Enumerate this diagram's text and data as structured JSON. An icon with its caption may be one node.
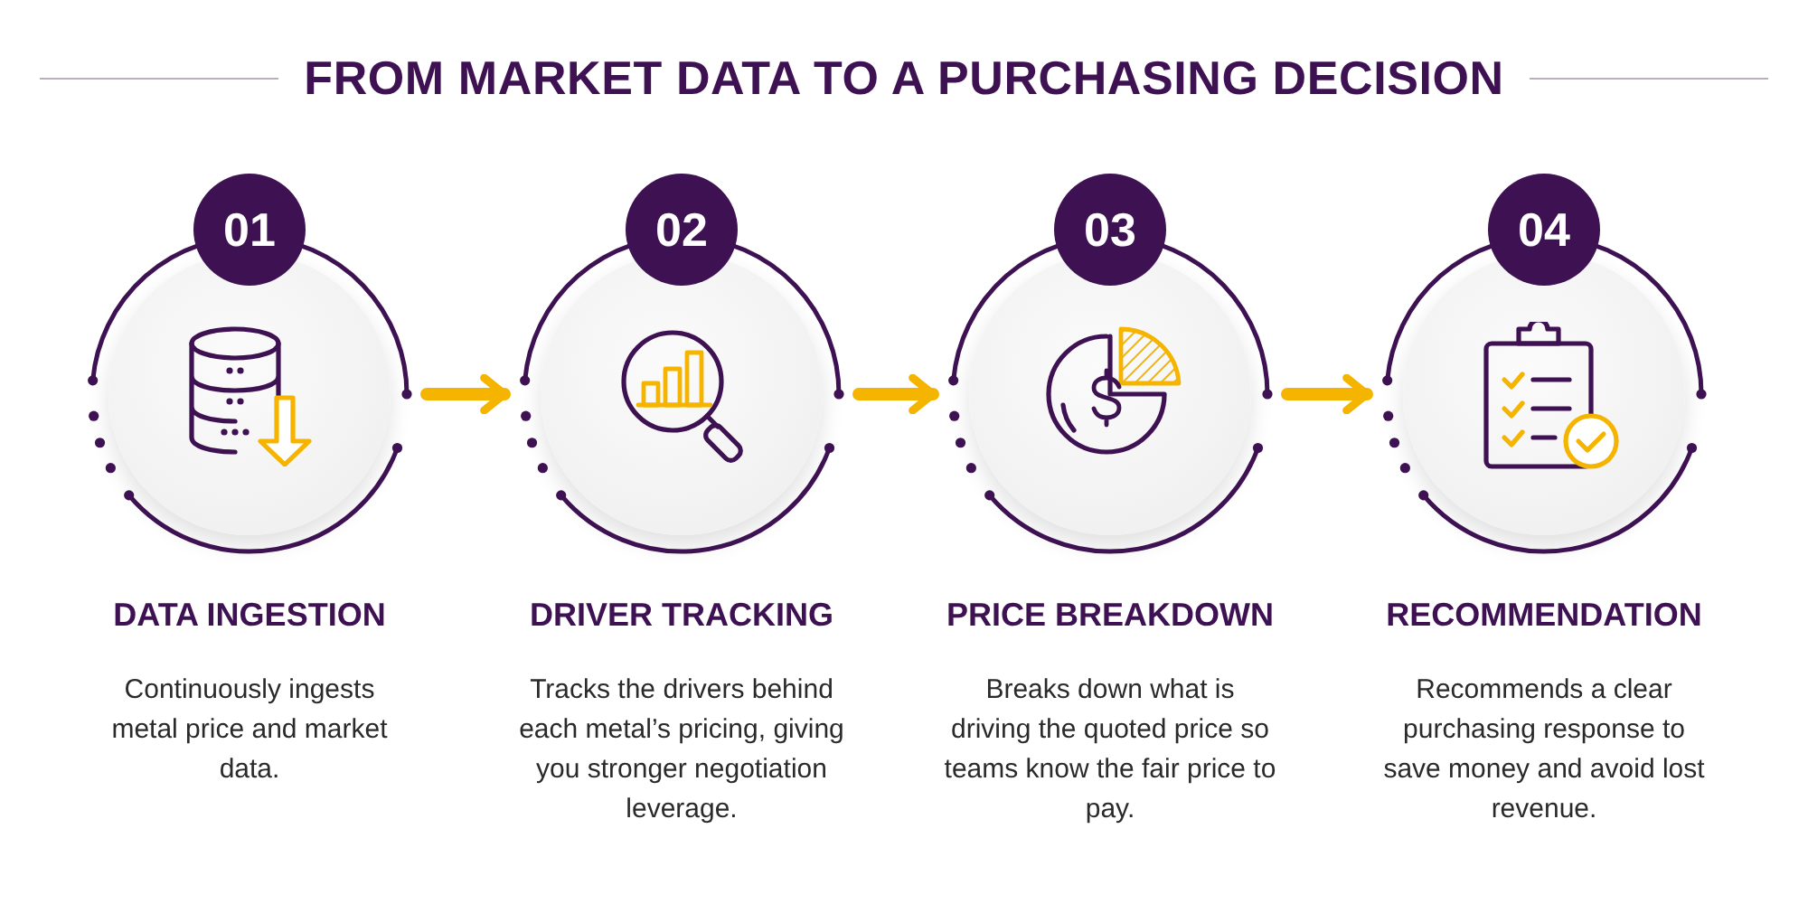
{
  "diagram": {
    "title": "FROM MARKET DATA TO A PURCHASING DECISION",
    "nodes": [
      {
        "text": [
          "01"
        ],
        "beside": [
          "DATA INGESTION",
          "Continuously ingests metal price and market data."
        ]
      },
      {
        "text": [
          "02"
        ],
        "beside": [
          "DRIVER TRACKING",
          "Tracks the drivers behind each metal’s pricing, giving you stronger negotiation leverage."
        ]
      },
      {
        "text": [
          "03"
        ],
        "beside": [
          "PRICE BREAKDOWN",
          "Breaks down what is driving the quoted price so teams know the fair price to pay."
        ]
      },
      {
        "text": [
          "04"
        ],
        "beside": [
          "RECOMMENDATION",
          "Recommends a clear purchasing response to save money and avoid lost revenue."
        ]
      }
    ],
    "edges": [
      {
        "from": 0,
        "to": 1,
        "arrow": "to"
      },
      {
        "from": 1,
        "to": 2,
        "arrow": "to"
      },
      {
        "from": 2,
        "to": 3,
        "arrow": "to"
      }
    ]
  }
}
